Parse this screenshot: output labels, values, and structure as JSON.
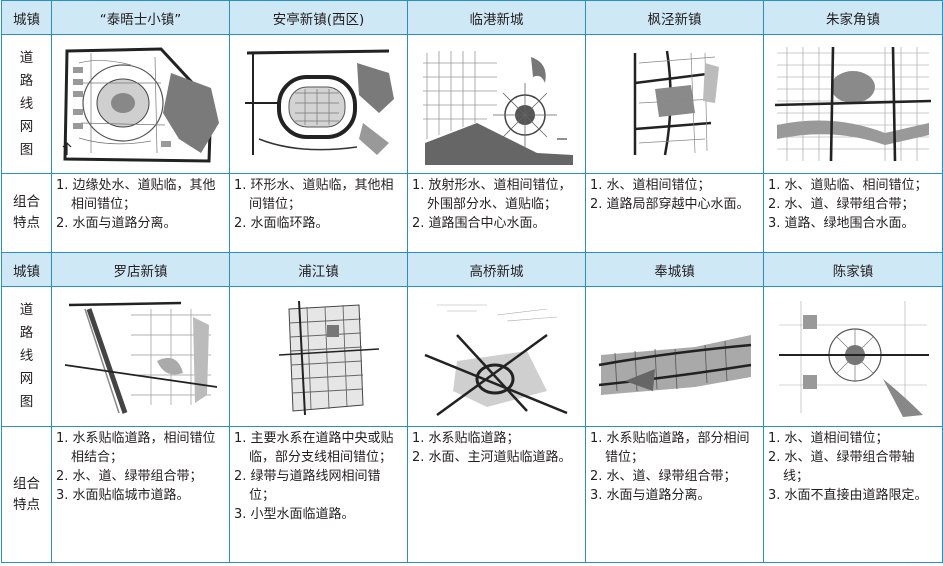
{
  "header_label": "城镇",
  "road_label": "道路线网图",
  "combo_label": "组合特点",
  "rows": [
    {
      "towns": [
        "“泰晤士小镇”",
        "安亭新镇(西区)",
        "临港新城",
        "枫泾新镇",
        "朱家角镇"
      ],
      "features": [
        [
          "1. 边缘处水、道贴临，其他相间错位；",
          "2. 水面与道路分离。"
        ],
        [
          "1. 环形水、道贴临，其他相间错位；",
          "2. 水面临环路。"
        ],
        [
          "1. 放射形水、道相间错位，外围部分水、道贴临；",
          "2. 道路围合中心水面。"
        ],
        [
          "1. 水、道相间错位；",
          "2. 道路局部穿越中心水面。"
        ],
        [
          "1. 水、道贴临、相间错位；",
          "2. 水、道、绿带组合带；",
          "3. 道路、绿地围合水面。"
        ]
      ]
    },
    {
      "towns": [
        "罗店新镇",
        "浦江镇",
        "高桥新城",
        "奉城镇",
        "陈家镇"
      ],
      "features": [
        [
          "1. 水系贴临道路，相间错位相结合；",
          "2. 水、道、绿带组合带；",
          "3. 水面贴临城市道路。"
        ],
        [
          "1. 主要水系在道路中央或贴临，部分支线相间错位；",
          "2. 绿带与道路线网相间错位；",
          "3. 小型水面临道路。"
        ],
        [
          "1. 水系贴临道路；",
          "2. 水面、主河道贴临道路。"
        ],
        [
          "1. 水系贴临道路，部分相间错位；",
          "2. 水、道、绿带组合带；",
          "3. 水面与道路分离。"
        ],
        [
          "1. 水、道相间错位；",
          "2. 水、道、绿带组合带轴线；",
          "3. 水面不直接由道路限定。"
        ]
      ]
    }
  ]
}
